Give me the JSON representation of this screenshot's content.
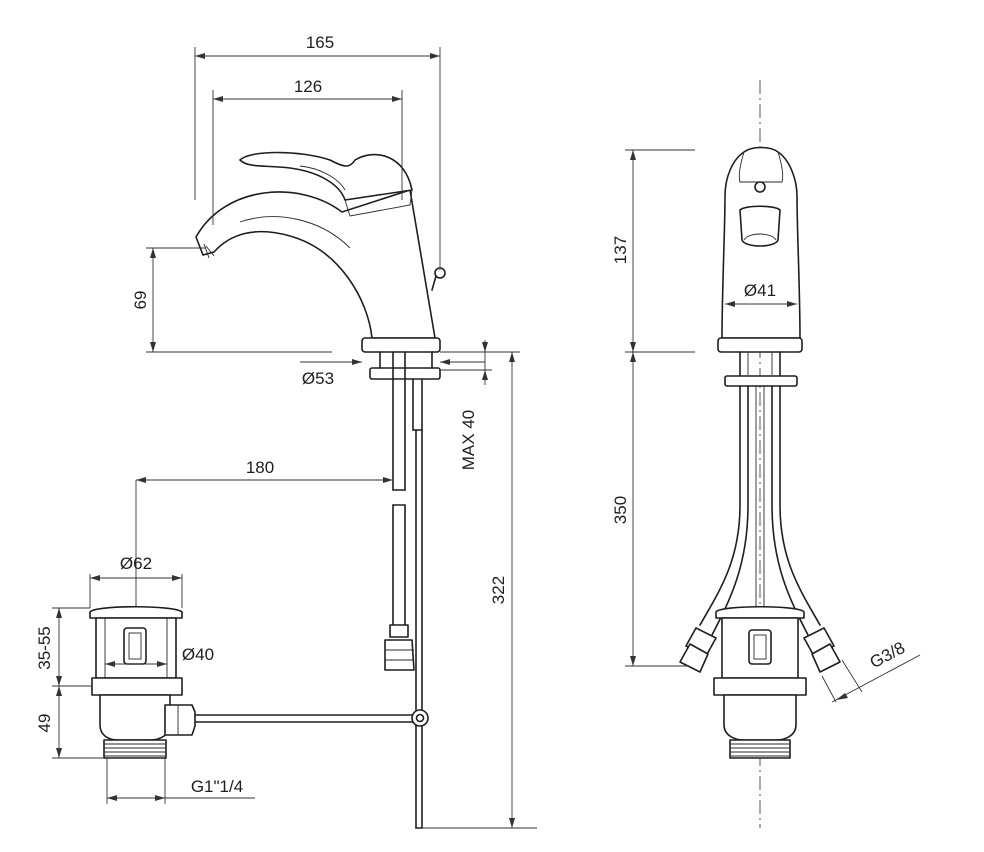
{
  "front_view": {
    "dimensions": {
      "overall_depth": "165",
      "spout_reach": "126",
      "spout_height": "69",
      "base_diameter": "Ø53",
      "deck_thickness": "MAX 40",
      "total_height": "322",
      "drain_offset": "180",
      "cap_diameter": "Ø62",
      "drain_diameter": "Ø40",
      "flange_height": "35-55",
      "body_height": "49",
      "thread": "G1\"1/4"
    }
  },
  "side_view": {
    "dimensions": {
      "body_height": "137",
      "outlet_diameter": "Ø41",
      "hose_length": "350",
      "hose_connection": "G3/8"
    }
  }
}
